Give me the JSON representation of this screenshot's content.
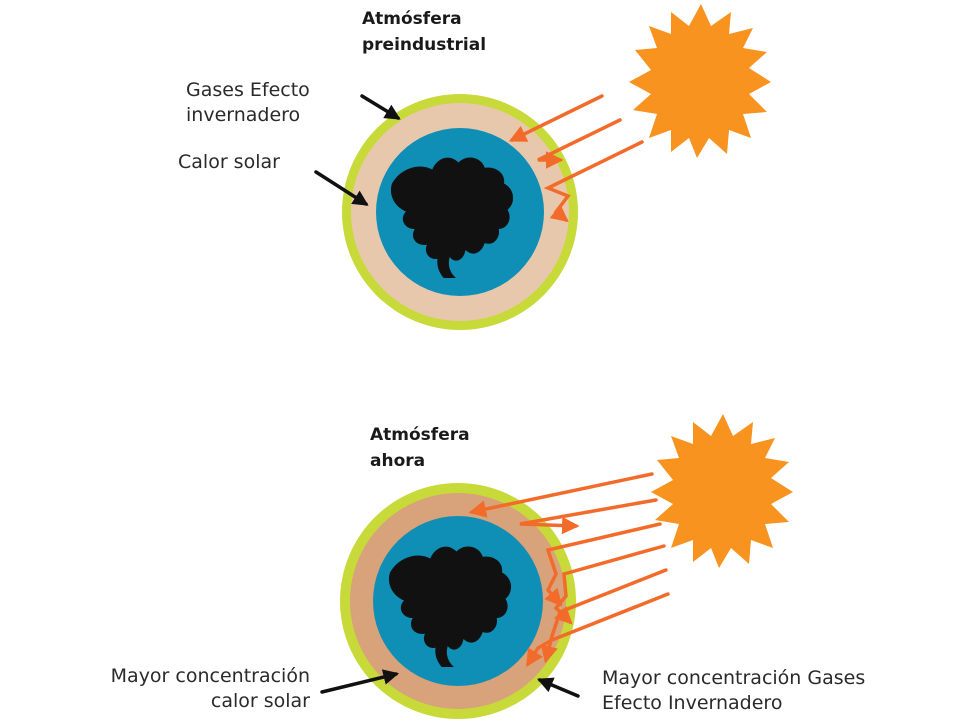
{
  "panels": {
    "top": {
      "title_line1": "Atmósfera",
      "title_line2": "preindustrial",
      "label_gases_line1": "Gases Efecto",
      "label_gases_line2": "invernadero",
      "label_calor": "Calor solar"
    },
    "bottom": {
      "title_line1": "Atmósfera",
      "title_line2": "ahora",
      "label_calor_line1": "Mayor concentración",
      "label_calor_line2": "calor solar",
      "label_gases_line1": "Mayor concentración Gases",
      "label_gases_line2": "Efecto Invernadero"
    }
  },
  "colors": {
    "sun": "#f7931e",
    "arrow": "#f26b2a",
    "outer_ring": "#c8da3a",
    "atmosphere_pre": "#e8c8ac",
    "atmosphere_now": "#d8a27a",
    "ocean": "#0f8fb6",
    "land": "#111111",
    "pointer": "#111111"
  },
  "icons": [
    "sun-icon",
    "earth-icon",
    "pointer-arrow-icon"
  ]
}
